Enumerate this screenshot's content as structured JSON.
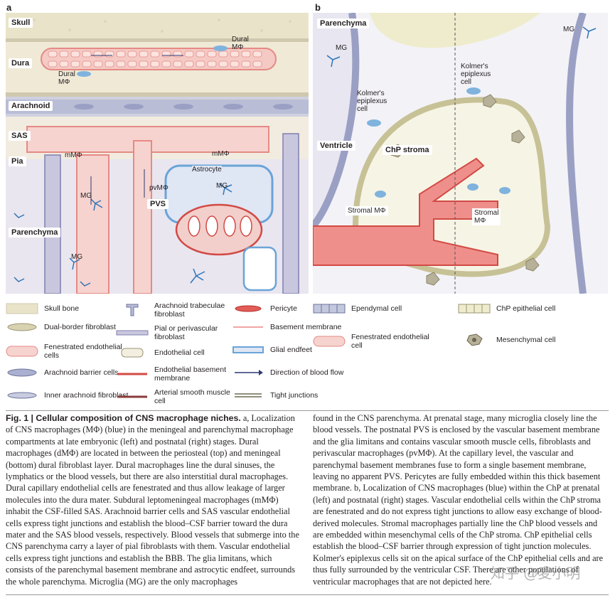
{
  "panel_a": {
    "letter": "a",
    "labels": {
      "skull": "Skull",
      "dura": "Dura",
      "arachnoid": "Arachnoid",
      "sas": "SAS",
      "pia": "Pia",
      "parenchyma": "Parenchyma",
      "pvs": "PVS",
      "dural_mphi_top": "Dural\nMΦ",
      "dural_mphi_left": "Dural\nMΦ",
      "mmphi_left": "mMΦ",
      "mmphi_right": "mMΦ",
      "astrocyte": "Astrocyte",
      "pvmphi": "pvMΦ",
      "mg_mid": "MG",
      "mg_right": "MG",
      "mg_low": "MG"
    }
  },
  "panel_b": {
    "letter": "b",
    "labels": {
      "parenchyma": "Parenchyma",
      "mg_left": "MG",
      "mg_right": "MG",
      "kolmer_right": "Kolmer's\nepiplexus\ncell",
      "kolmer_left": "Kolmer's\nepiplexus\ncell",
      "ventricle": "Ventricle",
      "chp_stroma": "ChP stroma",
      "stromal_left": "Stromal MΦ",
      "stromal_right": "Stromal\nMΦ"
    }
  },
  "legend": {
    "items": [
      {
        "label": "Skull bone"
      },
      {
        "label": "Dual-border fibroblast"
      },
      {
        "label": "Fenestrated endothelial cells"
      },
      {
        "label": "Arachnoid barrier cells"
      },
      {
        "label": "Inner arachnoid fibroblast"
      },
      {
        "label": "Arachnoid trabeculae fibroblast"
      },
      {
        "label": "Pial or perivascular fibroblast"
      },
      {
        "label": "Endothelial cell"
      },
      {
        "label": "Endothelial basement membrane"
      },
      {
        "label": "Arterial smooth muscle cell"
      },
      {
        "label": "Pericyte"
      },
      {
        "label": "Basement membrane"
      },
      {
        "label": "Glial endfeet"
      },
      {
        "label": "Direction of blood flow"
      },
      {
        "label": "Tight junctions"
      },
      {
        "label": "Ependymal cell"
      },
      {
        "label": "Fenestrated endothelial cell"
      },
      {
        "label": "ChP epithelial cell"
      },
      {
        "label": "Mesenchymal cell"
      }
    ]
  },
  "caption": {
    "lead": "Fig. 1 | Cellular composition of CNS macrophage niches.",
    "left_text": "a, Localization of CNS macrophages (MΦ) (blue) in the meningeal and parenchymal macrophage compartments at late embryonic (left) and postnatal (right) stages. Dural macrophages (dMΦ) are located in between the periosteal (top) and meningeal (bottom) dural fibroblast layer. Dural macrophages line the dural sinuses, the lymphatics or the blood vessels, but there are also interstitial dural macrophages. Dural capillary endothelial cells are fenestrated and thus allow leakage of larger molecules into the dura mater. Subdural leptomeningeal macrophages (mMΦ) inhabit the CSF-filled SAS. Arachnoid barrier cells and SAS vascular endothelial cells express tight junctions and establish the blood–CSF barrier toward the dura mater and the SAS blood vessels, respectively. Blood vessels that submerge into the CNS parenchyma carry a layer of pial fibroblasts with them. Vascular endothelial cells express tight junctions and establish the BBB. The glia limitans, which consists of the parenchymal basement membrane and astrocytic endfeet, surrounds the whole parenchyma. Microglia (MG) are the only macrophages",
    "right_text": "found in the CNS parenchyma. At prenatal stage, many microglia closely line the blood vessels. The postnatal PVS is enclosed by the vascular basement membrane and the glia limitans and contains vascular smooth muscle cells, fibroblasts and perivascular macrophages (pvMΦ). At the capillary level, the vascular and parenchymal basement membranes fuse to form a single basement membrane, leaving no apparent PVS. Pericytes are fully embedded within this thick basement membrane. b, Localization of CNS macrophages (blue) within the ChP at prenatal (left) and postnatal (right) stages. Vascular endothelial cells within the ChP stroma are fenestrated and do not express tight junctions to allow easy exchange of blood-derived molecules. Stromal macrophages partially line the ChP blood vessels and are embedded within mesenchymal cells of the ChP stroma. ChP epithelial cells establish the blood–CSF barrier through expression of tight junction molecules. Kolmer's epiplexus cells sit on the apical surface of the ChP epithelial cells and are thus fully surrounded by the ventricular CSF. There are other populations of ventricular macrophages that are not depicted here."
  },
  "watermark": "知乎 @麦小明"
}
